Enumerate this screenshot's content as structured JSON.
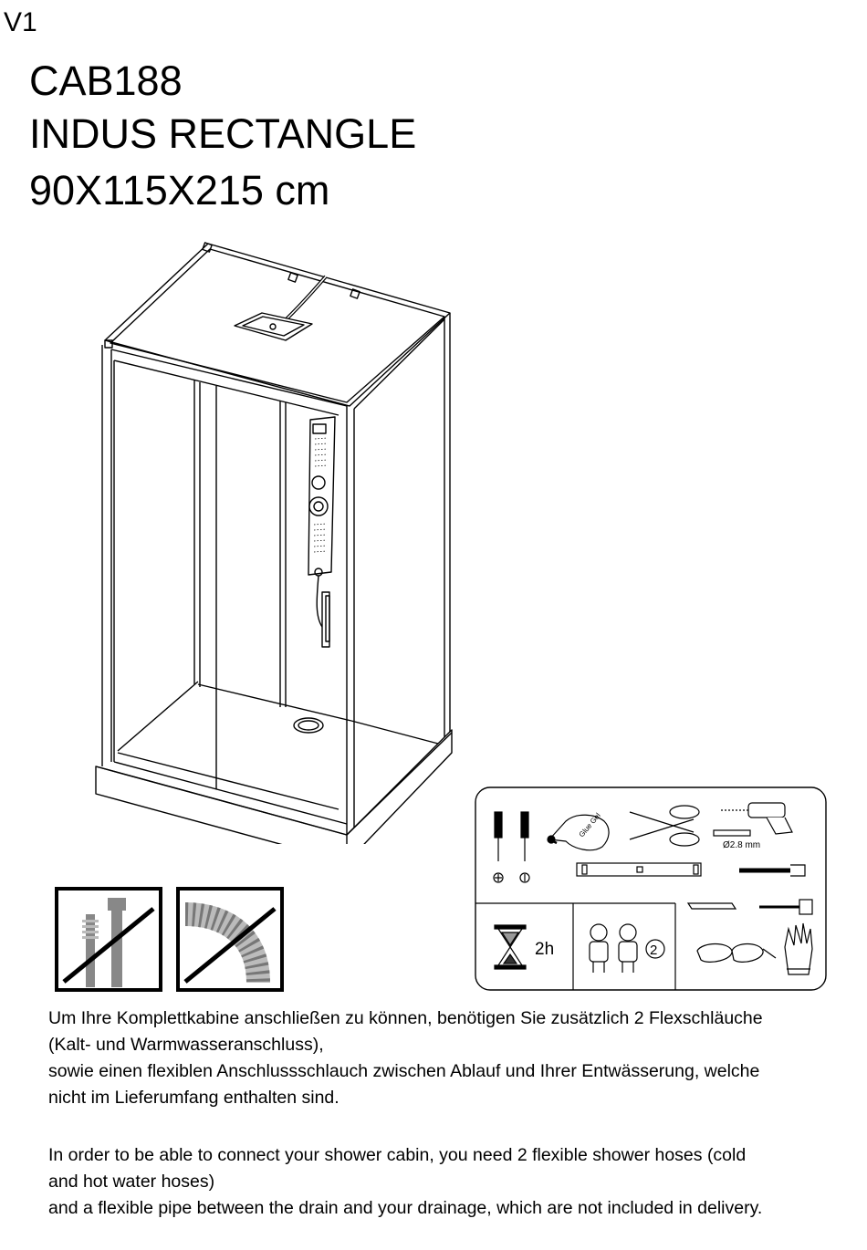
{
  "header": {
    "version": "V1",
    "product_code": "CAB188",
    "product_name": "INDUS RECTANGLE",
    "dimensions": "90X115X215 cm"
  },
  "tools_panel": {
    "glue_label": "Glue Gel",
    "drill_bit_label": "Ø2.8 mm",
    "time_label": "2h",
    "persons_count": "2",
    "icons": [
      "screwdriver-phillips-icon",
      "screwdriver-flat-icon",
      "glue-gel-icon",
      "scissors-icon",
      "drill-icon",
      "drill-bit-icon",
      "spirit-level-icon",
      "wrench-icon",
      "wedge-icon",
      "hammer-icon",
      "hourglass-icon",
      "two-persons-icon",
      "safety-glasses-icon",
      "gloves-icon"
    ]
  },
  "warnings": {
    "icons": [
      "no-rigid-hose-icon",
      "no-corrugated-pipe-icon"
    ]
  },
  "text": {
    "de": [
      "Um Ihre Komplettkabine anschließen zu können, benötigen Sie zusätzlich 2 Flexschläuche",
      "(Kalt- und Warmwasseranschluss),",
      "sowie einen flexiblen Anschlussschlauch zwischen Ablauf und Ihrer Entwässerung, welche",
      "nicht im Lieferumfang enthalten sind."
    ],
    "en": [
      "In order to be able to connect your shower cabin, you need 2 flexible shower hoses (cold",
      "and hot water hoses)",
      "and a flexible  pipe between the drain and your drainage, which are not included in delivery."
    ]
  }
}
